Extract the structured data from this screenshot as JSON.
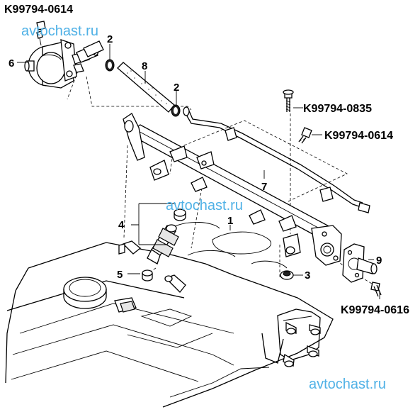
{
  "watermarks": [
    "avtochast.ru",
    "avtochast.ru",
    "avtochast.ru"
  ],
  "part_codes": [
    "K99794-0614",
    "K99794-0835",
    "K99794-0614",
    "K99794-0616"
  ],
  "callouts": [
    "1",
    "2",
    "2",
    "3",
    "4",
    "5",
    "6",
    "7",
    "8",
    "9"
  ],
  "colors": {
    "line": "#000000",
    "watermark": "#4fb1e6",
    "background": "#ffffff"
  }
}
